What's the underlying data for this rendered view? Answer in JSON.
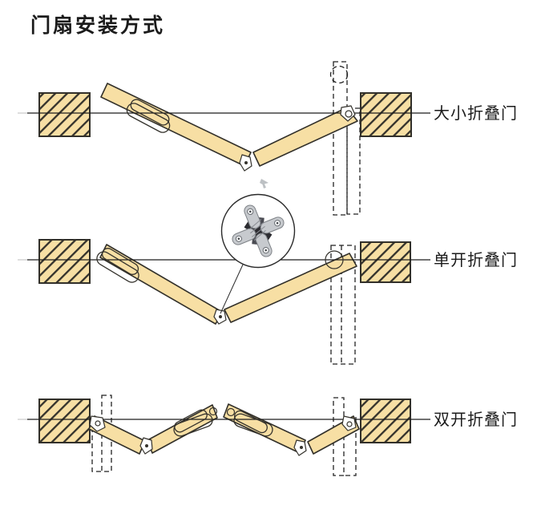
{
  "title": "门扇安装方式",
  "rows": [
    {
      "id": "large-small-folding-door",
      "label": "大小折叠门"
    },
    {
      "id": "single-open-folding-door",
      "label": "单开折叠门"
    },
    {
      "id": "double-open-folding-door",
      "label": "双开折叠门"
    }
  ],
  "detail": {
    "component": "concealed-hinge"
  },
  "colors": {
    "background": "#FFFFFF",
    "panel_fill": "#F7DFA4",
    "outline": "#32302A",
    "line": "#1C1C1C",
    "hinge_metal": "#C7CACE",
    "text": "#1B1B1B"
  }
}
